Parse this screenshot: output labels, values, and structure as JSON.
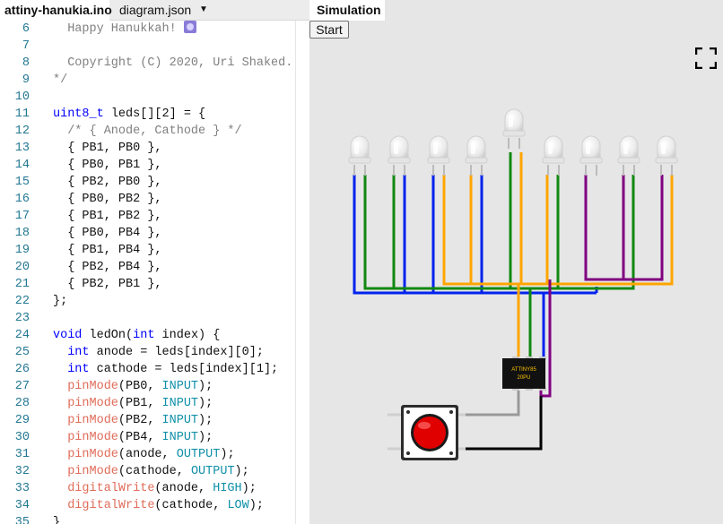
{
  "tabs": [
    {
      "label": "attiny-hanukia.ino",
      "active": true
    },
    {
      "label": "diagram.json",
      "active": false
    }
  ],
  "tab_menu_icon": "caret-down-icon",
  "editor": {
    "lines": [
      {
        "num": "6",
        "text": "  Happy Hanukkah! "
      },
      {
        "num": "7",
        "text": ""
      },
      {
        "num": "8",
        "text": "  Copyright (C) 2020, Uri Shaked."
      },
      {
        "num": "9",
        "text": "*/"
      },
      {
        "num": "10",
        "text": ""
      },
      {
        "num": "11",
        "text": "uint8_t leds[][2] = {"
      },
      {
        "num": "12",
        "text": "  /* { Anode, Cathode } */"
      },
      {
        "num": "13",
        "text": "  { PB1, PB0 },"
      },
      {
        "num": "14",
        "text": "  { PB0, PB1 },"
      },
      {
        "num": "15",
        "text": "  { PB2, PB0 },"
      },
      {
        "num": "16",
        "text": "  { PB0, PB2 },"
      },
      {
        "num": "17",
        "text": "  { PB1, PB2 },"
      },
      {
        "num": "18",
        "text": "  { PB0, PB4 },"
      },
      {
        "num": "19",
        "text": "  { PB1, PB4 },"
      },
      {
        "num": "20",
        "text": "  { PB2, PB4 },"
      },
      {
        "num": "21",
        "text": "  { PB2, PB1 },"
      },
      {
        "num": "22",
        "text": "};"
      },
      {
        "num": "23",
        "text": ""
      },
      {
        "num": "24",
        "text": "void ledOn(int index) {"
      },
      {
        "num": "25",
        "text": "  int anode = leds[index][0];"
      },
      {
        "num": "26",
        "text": "  int cathode = leds[index][1];"
      },
      {
        "num": "27",
        "text": "  pinMode(PB0, INPUT);"
      },
      {
        "num": "28",
        "text": "  pinMode(PB1, INPUT);"
      },
      {
        "num": "29",
        "text": "  pinMode(PB2, INPUT);"
      },
      {
        "num": "30",
        "text": "  pinMode(PB4, INPUT);"
      },
      {
        "num": "31",
        "text": "  pinMode(anode, OUTPUT);"
      },
      {
        "num": "32",
        "text": "  pinMode(cathode, OUTPUT);"
      },
      {
        "num": "33",
        "text": "  digitalWrite(anode, HIGH);"
      },
      {
        "num": "34",
        "text": "  digitalWrite(cathode, LOW);"
      },
      {
        "num": "35",
        "text": "}"
      }
    ]
  },
  "simulation": {
    "tab_label": "Simulation",
    "start_label": "Start",
    "fullscreen_icon": "fullscreen-icon",
    "chip_label_line1": "ATTINY85",
    "chip_label_line2": "20PU",
    "led_count": 9,
    "colors": {
      "blue_wire": "#0022ee",
      "green_wire": "#118811",
      "orange_wire": "#ffa500",
      "purple_wire": "#800080",
      "gray_wire": "#999999",
      "black_wire": "#000000",
      "button_cap": "#e00000",
      "chip_text": "#ffc400"
    }
  }
}
